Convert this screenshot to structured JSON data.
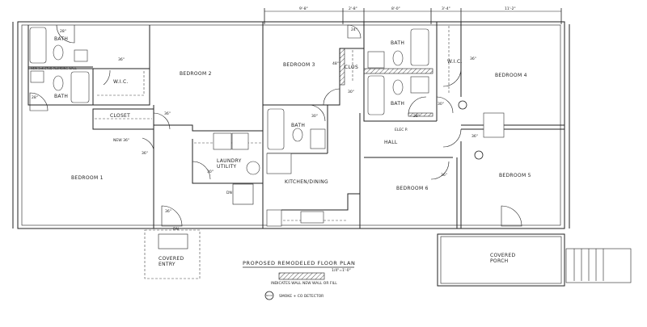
{
  "dimensions": [
    "9'-8\"",
    "2'-8\"",
    "8'-0\"",
    "3'-4\"",
    "11'-2\""
  ],
  "rooms": {
    "bath_a": "BATH",
    "bath_b": "BATH",
    "plumbing_wall": "NEW 2x6 STUD PLUMBING WALL",
    "wic_left": "W.I.C.",
    "closet": "CLOSET",
    "bedroom1": "BEDROOM 1",
    "bedroom2": "BEDROOM 2",
    "bedroom3": "BEDROOM 3",
    "clos": "CLOS",
    "bath_c": "BATH",
    "bath_d": "BATH",
    "wic_right": "W.I.C.",
    "bedroom4": "BEDROOM 4",
    "elec": "ELEC P.",
    "hall": "HALL",
    "bath_mid": "BATH",
    "laundry": "LAUNDRY",
    "utility": "UTILITY",
    "kitchen": "KITCHEN/DINING",
    "bedroom6": "BEDROOM 6",
    "bedroom5": "BEDROOM 5",
    "covered_entry_1": "COVERED",
    "covered_entry_2": "ENTRY",
    "covered_porch_1": "COVERED",
    "covered_porch_2": "PORCH",
    "dn1": "DN",
    "dn2": "DN"
  },
  "doors": {
    "d28a": "28\"",
    "d36a": "36\"",
    "d28b": "28\"",
    "new36": "NEW 36\"",
    "d36b": "36\"",
    "d36c": "36\"",
    "d24": "24\"",
    "d48": "48\"",
    "d30a": "30\"",
    "d30b": "30\"",
    "d28c": "28\"",
    "d36d": "36\"",
    "d30c": "30\"",
    "d36e": "36\"",
    "d36f": "36\"",
    "d30d": "30\"",
    "d36g": "36\""
  },
  "title": {
    "heading": "PROPOSED REMODELED FLOOR PLAN",
    "scale": "1/4\"=1'-0\"",
    "legend_wall": "INDICATES WALL NEW WALL OR FILL",
    "legend_detector": "SMOKE + CO DETECTOR",
    "detector_symbol": "SD CO"
  }
}
